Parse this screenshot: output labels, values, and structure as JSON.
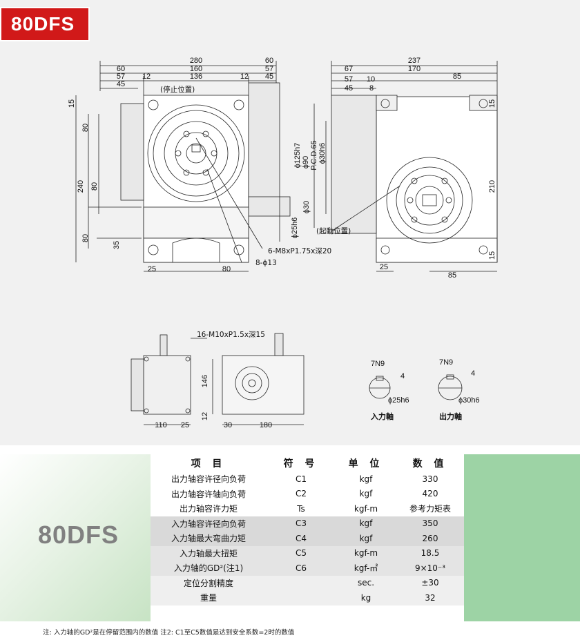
{
  "badge": {
    "text": "80DFS"
  },
  "drawing": {
    "front_dims": {
      "d280": "280",
      "d60a": "60",
      "d60b": "60",
      "d160": "160",
      "d57a": "57",
      "d57b": "57",
      "d12a": "12",
      "d136": "136",
      "d12b": "12",
      "d45a": "45",
      "d45b": "45",
      "d15": "15",
      "d80a": "80",
      "d240": "240",
      "d80b": "80",
      "d80c": "80",
      "d35": "35",
      "d25": "25",
      "d80d": "80"
    },
    "front_labels": {
      "stop": "(停止位置)",
      "m8": "6-M8xP1.75x深20",
      "bolt": "8-ϕ13",
      "phi30": "ϕ30",
      "phi25h6": "ϕ25h6"
    },
    "side_dims": {
      "d237": "237",
      "d67": "67",
      "d170": "170",
      "d85a": "85",
      "d57": "57",
      "d10": "10",
      "d45": "45",
      "d8": "8",
      "d15a": "15",
      "d210": "210",
      "d15b": "15",
      "d25": "25",
      "d85b": "85"
    },
    "side_labels": {
      "phi125": "ϕ125h7",
      "phi90": "ϕ90",
      "pcd": "P.C.D.65",
      "phi30h6": "ϕ30h6",
      "start": "(起動位置)"
    },
    "bottom_labels": {
      "m10": "16-M10xP1.5x深15",
      "d146": "146",
      "d12": "12",
      "d110": "110",
      "d25": "25",
      "d30": "30",
      "d180": "180"
    },
    "shaft_in": {
      "key": "7N9",
      "h": "4",
      "dia": "ϕ25h6",
      "name": "入力軸"
    },
    "shaft_out": {
      "key": "7N9",
      "h": "4",
      "dia": "ϕ30h6",
      "name": "出力軸"
    }
  },
  "spec": {
    "model": "80DFS",
    "headers": [
      "项 目",
      "符 号",
      "单 位",
      "数 值"
    ],
    "rows": [
      {
        "item": "出力轴容许径向负荷",
        "symbol": "C1",
        "unit": "kgf",
        "value": "330"
      },
      {
        "item": "出力轴容许轴向负荷",
        "symbol": "C2",
        "unit": "kgf",
        "value": "420"
      },
      {
        "item": "出力轴容许力矩",
        "symbol": "Ts",
        "unit": "kgf-m",
        "value": "参考力矩表"
      },
      {
        "item": "入力轴容许径向负荷",
        "symbol": "C3",
        "unit": "kgf",
        "value": "350"
      },
      {
        "item": "入力轴最大弯曲力矩",
        "symbol": "C4",
        "unit": "kgf",
        "value": "260"
      },
      {
        "item": "入力轴最大扭矩",
        "symbol": "C5",
        "unit": "kgf-m",
        "value": "18.5"
      },
      {
        "item": "入力轴的GD²(注1)",
        "symbol": "C6",
        "unit": "kgf-㎡",
        "value": "9×10⁻³"
      },
      {
        "item": "定位分割精度",
        "symbol": "",
        "unit": "sec.",
        "value": "±30"
      },
      {
        "item": "重量",
        "symbol": "",
        "unit": "kg",
        "value": "32"
      }
    ]
  },
  "note": "注: 入力轴的GD²是在停留范围内的数值 注2: C1至C5数值是达到安全系数=2时的数值"
}
